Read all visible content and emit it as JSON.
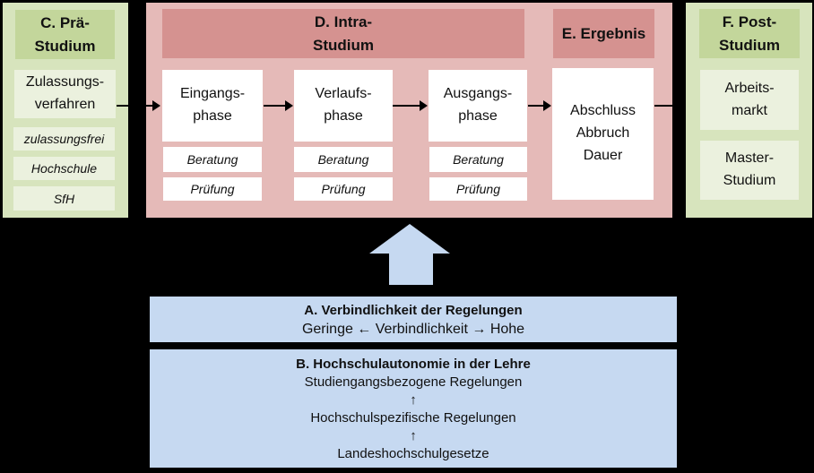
{
  "panels": {
    "pre": {
      "title": "C. Prä-\nStudium",
      "main_box": "Zulassungs-\nverfahren",
      "items": [
        "zulassungsfrei",
        "Hochschule",
        "SfH"
      ]
    },
    "intra": {
      "title": "D. Intra-\nStudium",
      "phases": [
        {
          "label": "Eingangs-\nphase",
          "beratung": "Beratung",
          "pruefung": "Prüfung"
        },
        {
          "label": "Verlaufs-\nphase",
          "beratung": "Beratung",
          "pruefung": "Prüfung"
        },
        {
          "label": "Ausgangs-\nphase",
          "beratung": "Beratung",
          "pruefung": "Prüfung"
        }
      ]
    },
    "ergebnis": {
      "title": "E. Ergebnis",
      "outcome_box": "Abschluss\nAbbruch\nDauer"
    },
    "post": {
      "title": "F. Post-\nStudium",
      "items": [
        "Arbeits-\nmarkt",
        "Master-\nStudium"
      ]
    }
  },
  "bottom": {
    "box_a": {
      "title": "A. Verbindlichkeit der Regelungen",
      "scale": "Geringe ← Verbindlichkeit → Hohe"
    },
    "box_b": {
      "title": "B. Hochschulautonomie in der Lehre",
      "levels": [
        "Studiengangsbezogene Regelungen",
        "↑",
        "Hochschulspezifische Regelungen",
        "↑",
        "Landeshochschulgesetze"
      ]
    }
  },
  "colors": {
    "background": "#000000",
    "green_panel": "#d7e4bd",
    "green_header": "#c3d69b",
    "green_light_box": "#ebf1de",
    "pink_panel": "#e5bab8",
    "pink_header": "#d59290",
    "white_box": "#ffffff",
    "blue_box": "#c6d9f1",
    "text": "#111111"
  }
}
